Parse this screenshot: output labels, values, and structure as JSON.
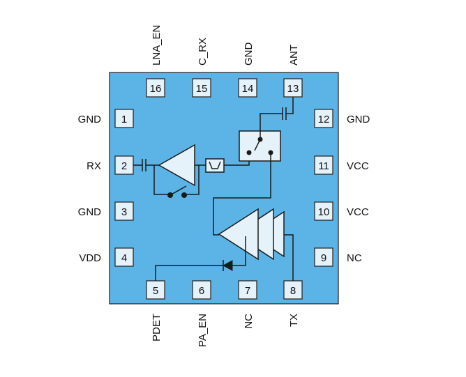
{
  "colors": {
    "package_fill": "#5cb4e6",
    "pin_fill": "#e6f2fa",
    "stroke": "#1a1a1a"
  },
  "left_pins": [
    {
      "num": "1",
      "label": "GND"
    },
    {
      "num": "2",
      "label": "RX"
    },
    {
      "num": "3",
      "label": "GND"
    },
    {
      "num": "4",
      "label": "VDD"
    }
  ],
  "right_pins": [
    {
      "num": "12",
      "label": "GND"
    },
    {
      "num": "11",
      "label": "VCC"
    },
    {
      "num": "10",
      "label": "VCC"
    },
    {
      "num": "9",
      "label": "NC"
    }
  ],
  "top_pins": [
    {
      "num": "16",
      "label": "LNA_EN"
    },
    {
      "num": "15",
      "label": "C_RX"
    },
    {
      "num": "14",
      "label": "GND"
    },
    {
      "num": "13",
      "label": "ANT"
    }
  ],
  "bottom_pins": [
    {
      "num": "5",
      "label": "PDET"
    },
    {
      "num": "6",
      "label": "PA_EN"
    },
    {
      "num": "7",
      "label": "NC"
    },
    {
      "num": "8",
      "label": "TX"
    }
  ]
}
